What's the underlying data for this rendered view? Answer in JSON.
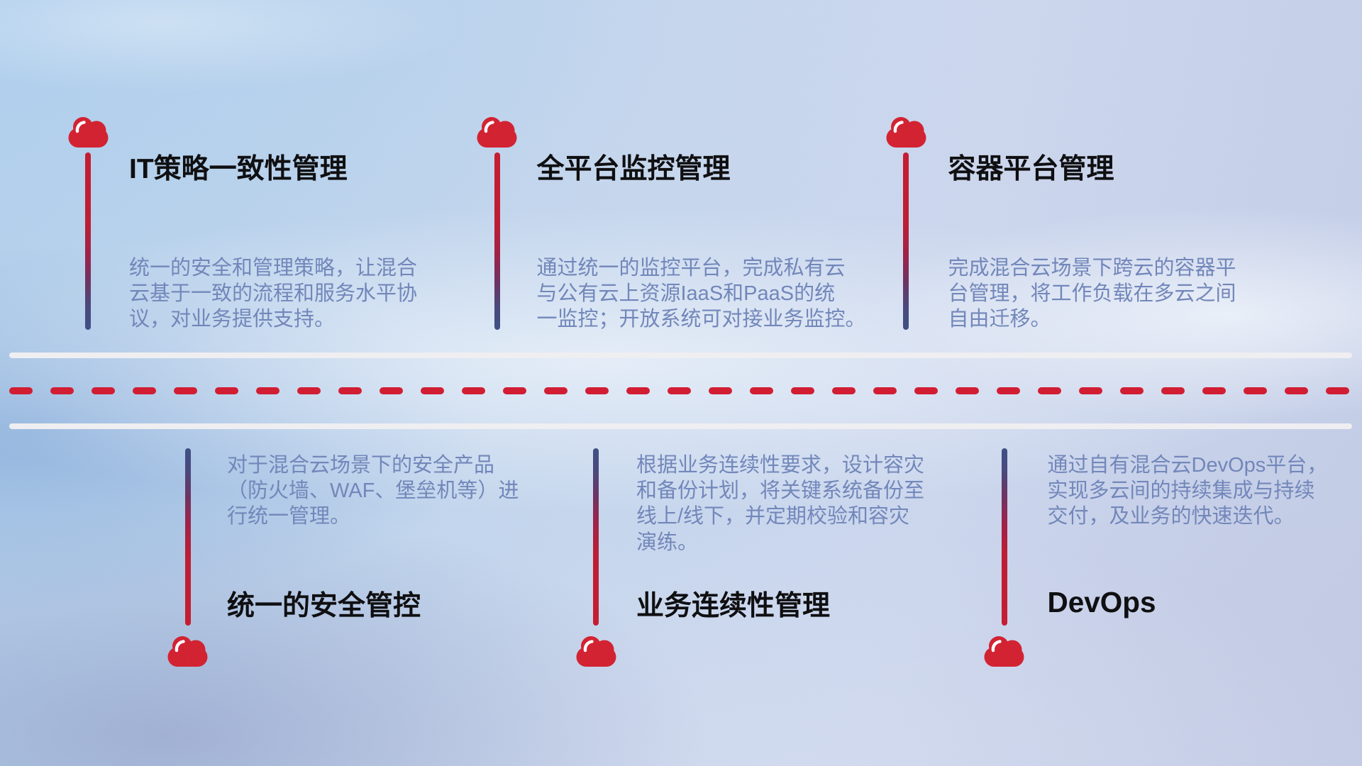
{
  "slide": {
    "top_items": [
      {
        "title": "IT策略一致性管理",
        "desc": "统一的安全和管理策略，让混合\n云基于一致的流程和服务水平协\n议，对业务提供支持。"
      },
      {
        "title": "全平台监控管理",
        "desc": "通过统一的监控平台，完成私有云\n与公有云上资源IaaS和PaaS的统\n一监控；开放系统可对接业务监控。"
      },
      {
        "title": "容器平台管理",
        "desc": "完成混合云场景下跨云的容器平\n台管理，将工作负载在多云之间\n自由迁移。"
      }
    ],
    "bottom_items": [
      {
        "title": "统一的安全管控",
        "desc": "对于混合云场景下的安全产品\n（防火墙、WAF、堡垒机等）进\n行统一管理。"
      },
      {
        "title": "业务连续性管理",
        "desc": "根据业务连续性要求，设计容灾\n和备份计划，将关键系统备份至\n线上/线下，并定期校验和容灾\n演练。"
      },
      {
        "title": "DevOps",
        "desc": "通过自有混合云DevOps平台，\n实现多云间的持续集成与持续\n交付，及业务的快速迭代。"
      }
    ],
    "colors": {
      "cloud_red": "#d32030",
      "dash_red": "#d21a30",
      "pole_red": "#c51a2f",
      "pole_navy": "#3d4e84",
      "title_color": "#0c0c0e",
      "desc_color": "#7186ba",
      "road_white": "#f0eff2"
    },
    "icons": [
      "cloud-icon"
    ]
  }
}
